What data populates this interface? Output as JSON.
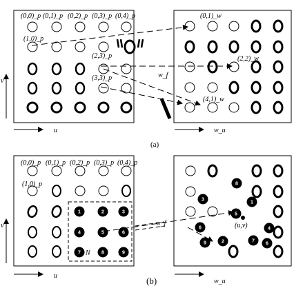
{
  "panel_a": {
    "source_labels": [
      "(0,0)_p",
      "(0,1)_p",
      "(0,2)_p",
      "(0,3)_p",
      "(0,4)_p",
      "(1,0)_p",
      "(2,3)_p",
      "(3,3)_p"
    ],
    "target_labels": [
      "(0,1)_w",
      "(2,2)_w",
      "(4,1)_w"
    ],
    "warp_label": "w_f",
    "axis_v": "v",
    "axis_u": "u",
    "axis_wu": "w_u",
    "caption": "(a)"
  },
  "panel_b": {
    "source_labels": [
      "(0,0)_p",
      "(0,1)_p",
      "(0,2)_p",
      "(0,3)_p",
      "(0,4)_p",
      "(1,0)_p"
    ],
    "neighborhood_numbers": [
      "1",
      "2",
      "3",
      "4",
      "5",
      "6",
      "7",
      "8",
      "9"
    ],
    "neighborhood_label": "N",
    "point_label": "(u,v)",
    "warp_label": "w_f",
    "axis_v": "v",
    "axis_u": "u",
    "axis_wu": "w_u",
    "caption": "(b)"
  }
}
